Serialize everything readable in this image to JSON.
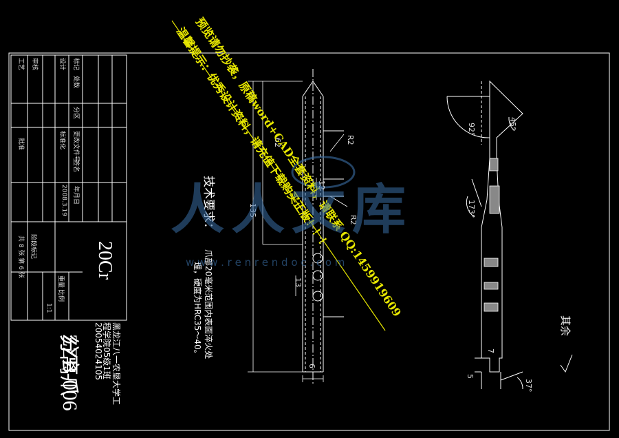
{
  "title_block": {
    "material": "20Cr",
    "drawing_no": "ZZB-006",
    "part_name": "分离爪",
    "school": "黑龙江八一农垦大学工",
    "program": "程学院05级1班",
    "student_id": "20054024105",
    "sheet_info": "共 8 张   第 6 张",
    "scale_label": "比例",
    "scale_value": "1:1",
    "weight_label": "重量",
    "stage_label": "阶段标记",
    "table_labels": [
      "标记",
      "处数",
      "分区",
      "更改文件号",
      "签名",
      "年月日",
      "设计",
      "标准化",
      "审核",
      "工艺",
      "批准"
    ],
    "date": "2008.3.19"
  },
  "tech_requirements": {
    "heading": "技术要求：",
    "line1": "爪部20毫米范围内表面淬火处",
    "line2": "理，硬度为HRC35～40。"
  },
  "dimensions": {
    "d_62": "62",
    "d_135": "135",
    "d_13": "13",
    "d_6": "6",
    "d_r2": "R2",
    "d_r2_b": "R2",
    "d_12": "12",
    "d_7": "7",
    "d_5": "5",
    "angle_92": "92°",
    "angle_45": "45°",
    "angle_173": "173°",
    "angle_37": "37°",
    "surface_note": "其余"
  },
  "watermark": {
    "line1": "预览请勿抄袭，原稿word+CAD全套资料，请联系 QQ:1459919609",
    "line2": "温馨提示：优秀设计资料，请充值下载购买正版！！！",
    "brand": "人人文库",
    "url": "w w w . r e n r e n d o c . c o m"
  },
  "colors": {
    "background": "#000000",
    "line": "#ffffff",
    "watermark_yellow": "#e6e600",
    "brand_blue": "#3a6ea5"
  }
}
